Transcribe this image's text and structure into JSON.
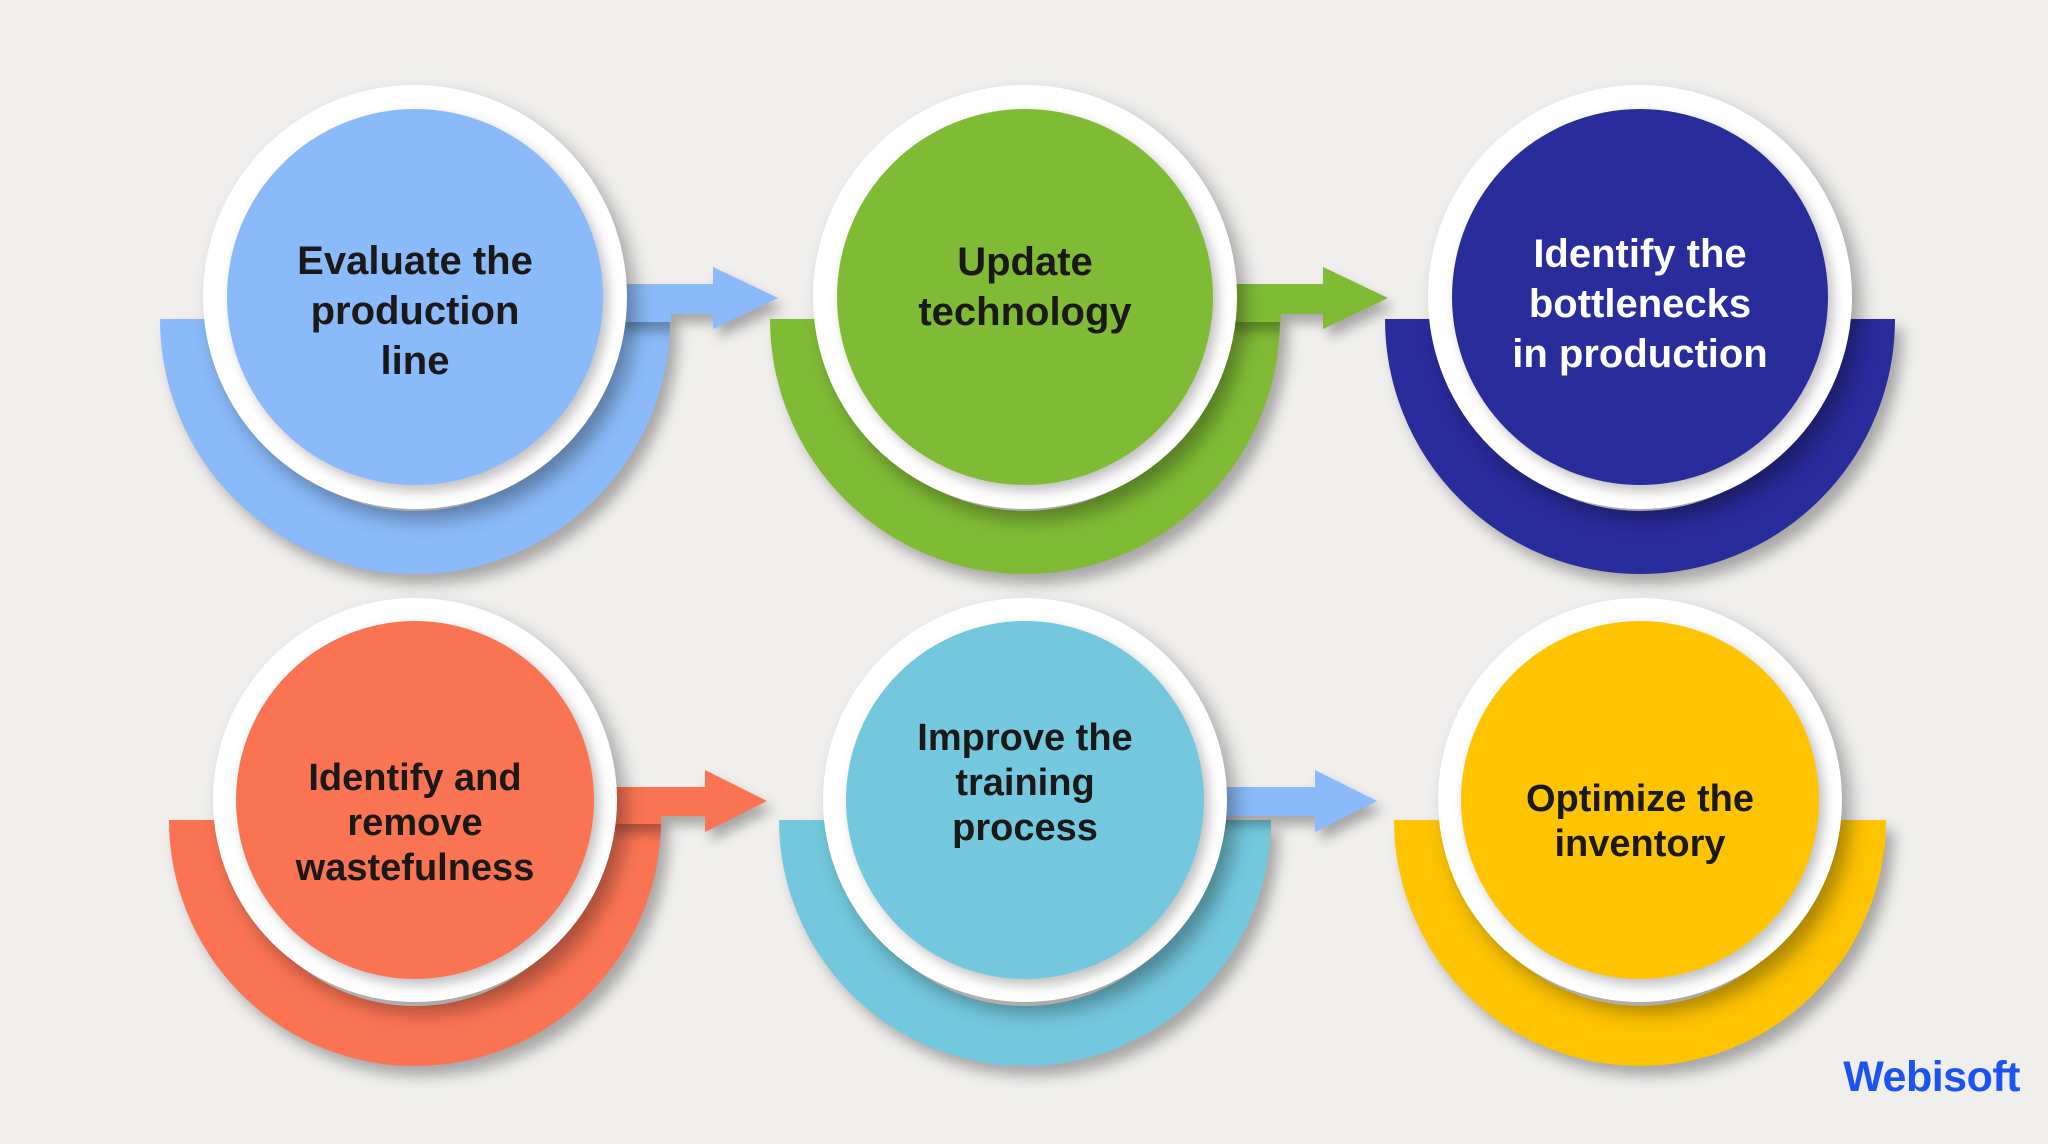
{
  "background_color": "#F0EFED",
  "default_text_color": "#1B1918",
  "brand": {
    "label": "Webisoft",
    "color": "#1B54F3"
  },
  "nodes": [
    {
      "id": "evaluate-production-line",
      "lines": [
        "Evaluate the",
        "production",
        "line"
      ],
      "color": "#8ABAF9",
      "text_color": "#1B1918",
      "arrow_to_next": true,
      "arrow_color": "#8ABAF9"
    },
    {
      "id": "update-technology",
      "lines": [
        "Update",
        "technology"
      ],
      "color": "#80BB36",
      "text_color": "#1B1918",
      "arrow_to_next": true,
      "arrow_color": "#80BB36"
    },
    {
      "id": "identify-bottlenecks-in-production",
      "lines": [
        "Identify the",
        "bottlenecks",
        "in production"
      ],
      "color": "#292C9B",
      "text_color": "#FFFFFF",
      "arrow_to_next": false
    },
    {
      "id": "identify-and-remove-wastefulness",
      "lines": [
        "Identify and",
        "remove",
        "wastefulness"
      ],
      "color": "#FA7453",
      "text_color": "#1B1918",
      "arrow_to_next": true,
      "arrow_color": "#FA7453"
    },
    {
      "id": "improve-training-process",
      "lines": [
        "Improve the",
        "training",
        "process"
      ],
      "color": "#73C8DD",
      "text_color": "#1B1918",
      "arrow_to_next": true,
      "arrow_color": "#8ABAF9"
    },
    {
      "id": "optimize-inventory",
      "lines": [
        "Optimize the",
        "inventory"
      ],
      "color": "#FEC402",
      "text_color": "#1B1918",
      "arrow_to_next": false
    }
  ]
}
